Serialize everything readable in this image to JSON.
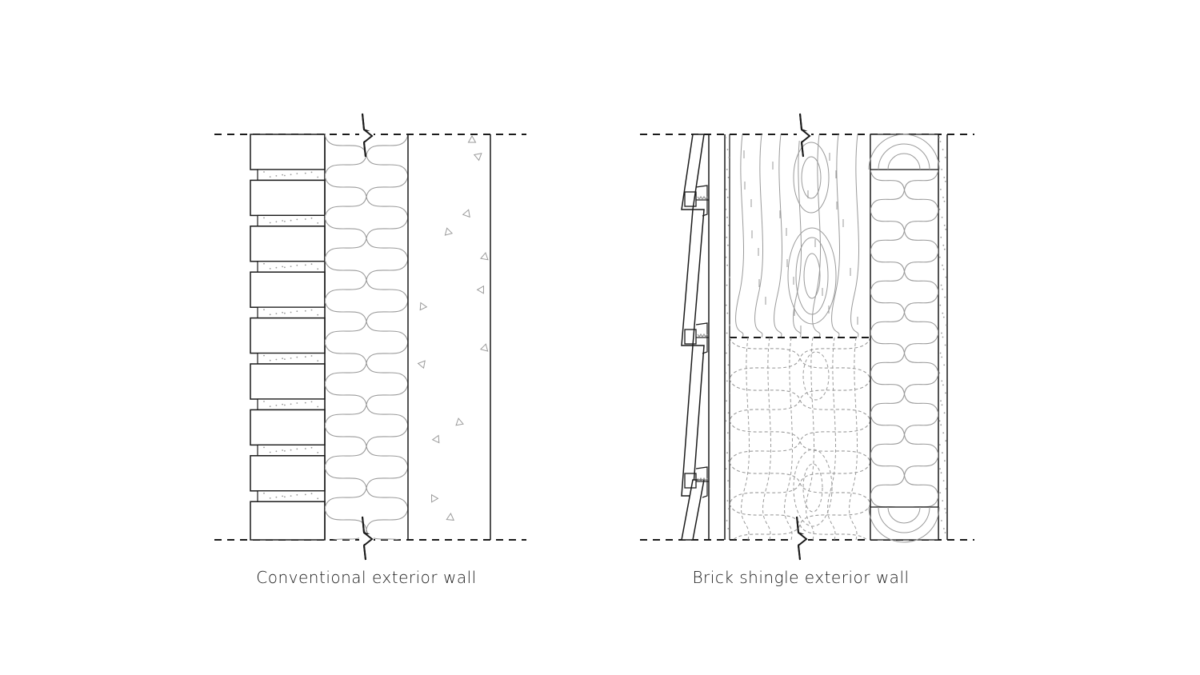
{
  "diagrams": [
    {
      "id": "conventional",
      "caption": "Conventional exterior wall"
    },
    {
      "id": "brick-shingle",
      "caption": "Brick shingle exterior wall"
    }
  ],
  "colors": {
    "line": "#1a1a1a",
    "detail": "#9a9a9a",
    "background": "#ffffff"
  }
}
